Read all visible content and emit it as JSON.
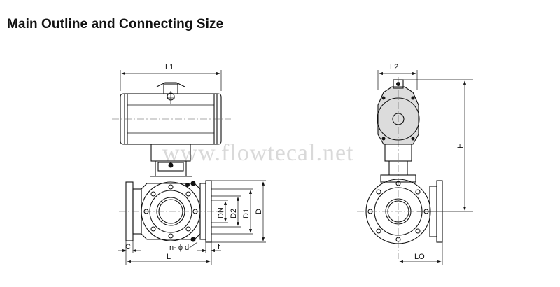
{
  "title": "Main Outline and Connecting Size",
  "watermark": "www.flowtecal.net",
  "labels": {
    "L1": "L1",
    "L2": "L2",
    "H": "H",
    "DN": "DN",
    "D2": "D2",
    "D1": "D1",
    "D": "D",
    "C": "C",
    "L": "L",
    "n_phi_d": "n- ϕ d",
    "f": "f",
    "LO": "LO"
  }
}
